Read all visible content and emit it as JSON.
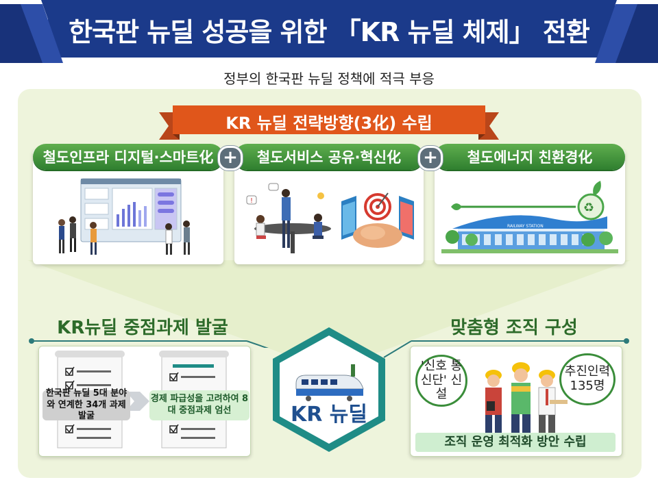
{
  "title": "한국판 뉴딜 성공을 위한 「KR 뉴딜 체제」 전환",
  "subtitle": "정부의 한국판 뉴딜 정책에 적극 부응",
  "strategy_banner": "KR 뉴딜 전략방향(3化) 수립",
  "pillars": [
    {
      "label": "철도인프라 디지털·스마트化"
    },
    {
      "label": "철도서비스 공유·혁신化"
    },
    {
      "label": "철도에너지 친환경化"
    }
  ],
  "plus_symbol": "+",
  "station_sign": "RAILWAY STATION",
  "left_section": {
    "title": "KR뉴딜 중점과제 발굴",
    "box1": "한국판 뉴딜 5대 분야와 연계한 34개 과제 발굴",
    "box2": "경제 파급성을 고려하여 8대 중점과제 엄선"
  },
  "center_label": "KR 뉴딜",
  "right_section": {
    "title": "맞춤형 조직 구성",
    "bubble_left": "'신호 통신단' 신설",
    "bubble_right": "추진인력 135명",
    "bottom": "조직 운영 최적화 방안 수립"
  },
  "colors": {
    "navy": "#1d3f8f",
    "orange": "#e0561b",
    "green": "#3b8f3a",
    "panel": "#eef4dc",
    "teal": "#1f8c86"
  }
}
